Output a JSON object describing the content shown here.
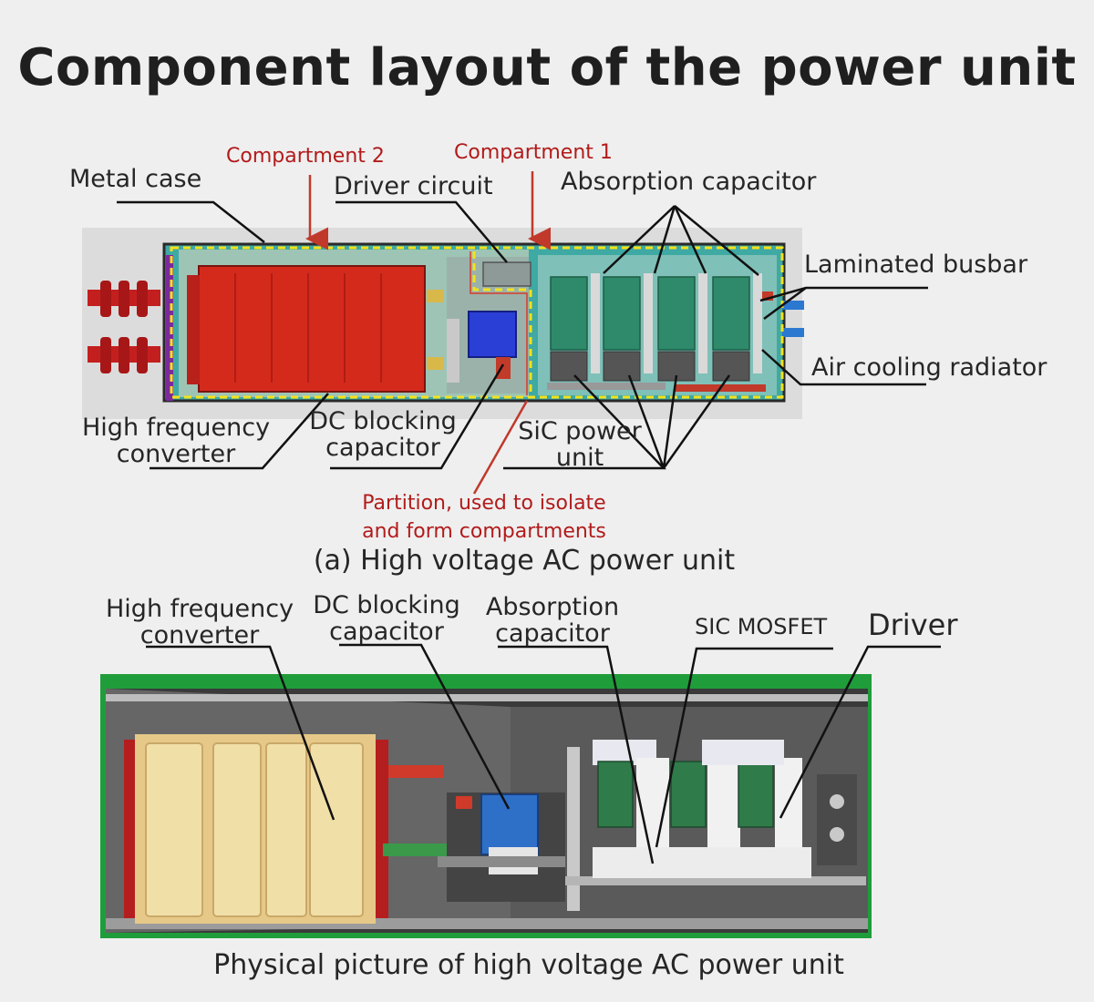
{
  "title": "Component layout of the power unit",
  "diagram_a": {
    "labels": {
      "metal_case": "Metal case",
      "compartment_2": "Compartment 2",
      "compartment_1": "Compartment 1",
      "driver_circuit": "Driver circuit",
      "absorption_capacitor": "Absorption capacitor",
      "laminated_busbar": "Laminated busbar",
      "air_cooling_radiator": "Air cooling radiator",
      "high_frequency_converter": [
        "High frequency",
        "converter"
      ],
      "dc_blocking_capacitor": [
        "DC blocking",
        "capacitor"
      ],
      "sic_power_unit": [
        "SiC power",
        "unit"
      ],
      "partition": [
        "Partition, used to isolate",
        "and form compartments"
      ]
    },
    "caption": "(a) High voltage AC power unit"
  },
  "photo_b": {
    "labels": {
      "high_frequency_converter": [
        "High frequency",
        "converter"
      ],
      "dc_blocking_capacitor": [
        "DC blocking",
        "capacitor"
      ],
      "absorption_capacitor": [
        "Absorption",
        "capacitor"
      ],
      "sic_mosfet": "SIC MOSFET",
      "driver": "Driver"
    },
    "caption": "Physical picture of high voltage AC power unit"
  },
  "colors": {
    "accent_red": "#b21b1b",
    "converter_red": "#d42a1c",
    "case_teal": "#3fa9a4",
    "component_green": "#2e8a6a",
    "partition_yellow": "#f4e21a",
    "frame_green": "#1f9d3a"
  }
}
